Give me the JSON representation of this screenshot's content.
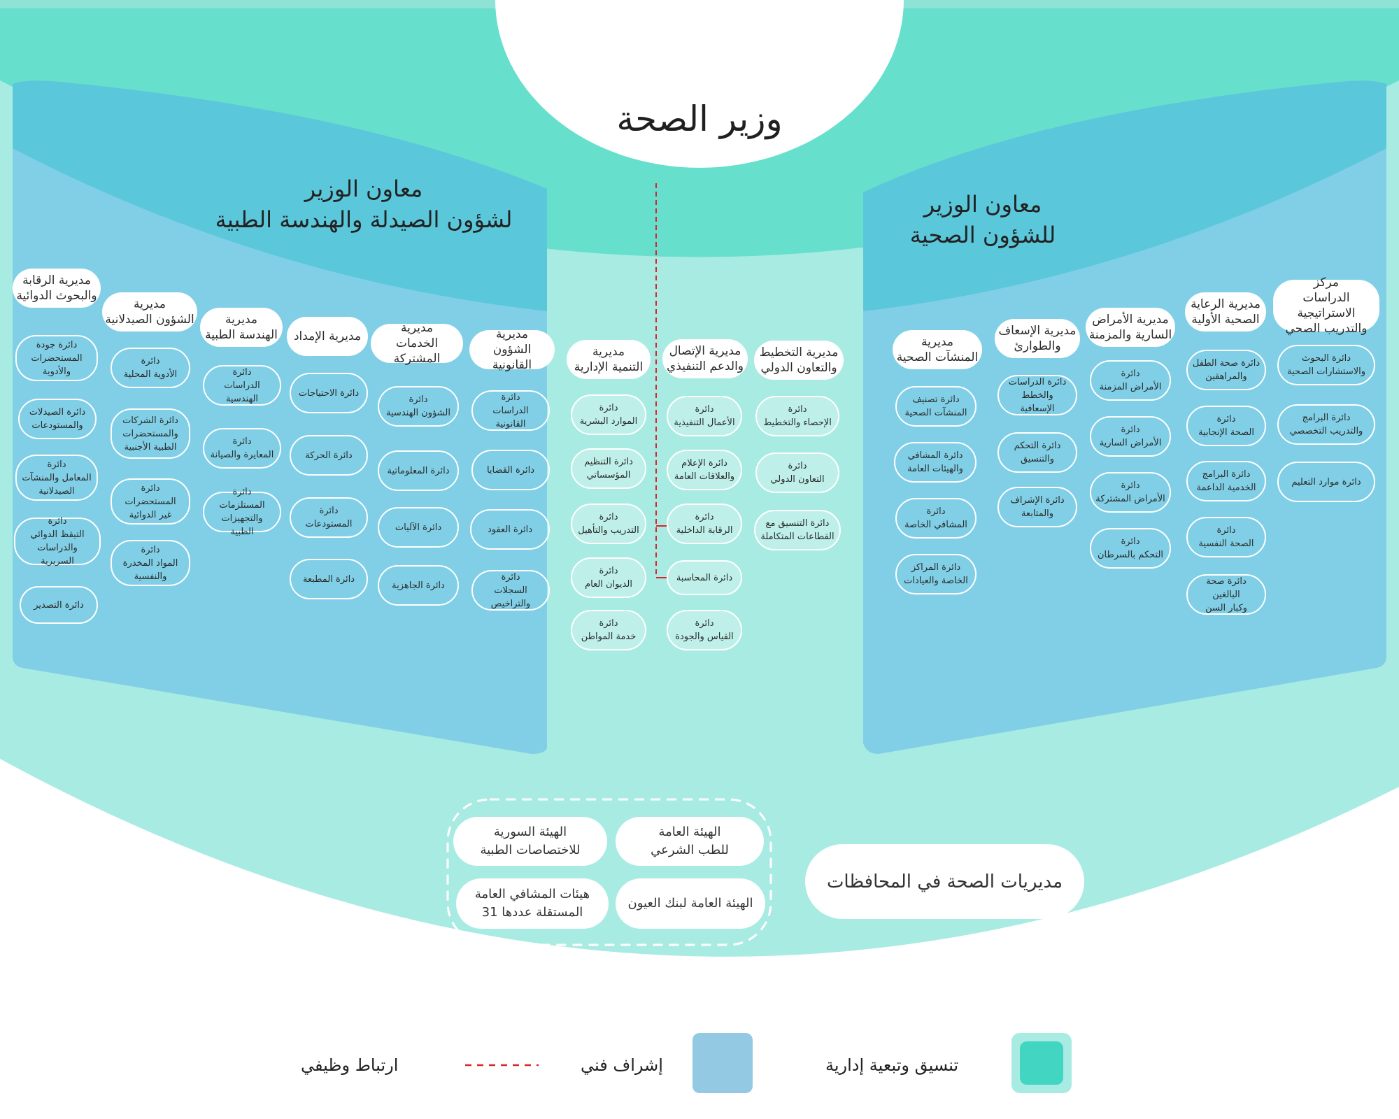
{
  "colors": {
    "coordination_fill": "#42d6c2",
    "coordination_light": "#a8ebe2",
    "coordination_top": "#66dfcc",
    "technical_fill": "#80cfe6",
    "technical_deep": "#4fc4d6",
    "functional_line": "#d9252b",
    "legend_technical": "#94c9e4"
  },
  "minister": {
    "title": "وزير الصحة"
  },
  "deputy_pharma": {
    "title": "معاون الوزير\nلشؤون الصيدلة والهندسة الطبية"
  },
  "deputy_health": {
    "title": "معاون الوزير\nللشؤون الصحية"
  },
  "directorates": [
    {
      "name": "مديرية الرقابة\nوالبحوث الدوائية",
      "departments": [
        "دائرة جودة\nالمستحضرات\nوالأدوية",
        "دائرة الصيدلات\nوالمستودعات",
        "دائرة\nالمعامل والمنشآت\nالصيدلانية",
        "دائرة\nالتيقظ الدوائي\nوالدراسات السريرية",
        "دائرة التصدير"
      ]
    },
    {
      "name": "مديرية\nالشؤون الصيدلانية",
      "departments": [
        "دائرة\nالأدوية المحلية",
        "دائرة  الشركات\nوالمستحضرات\nالطبية الأجنبية",
        "دائرة\nالمستحضرات\nغير الدوائية",
        "دائرة\nالمواد المخدرة\nوالنفسية"
      ]
    },
    {
      "name": "مديرية\nالهندسة الطبية",
      "departments": [
        "دائرة\nالدراسات الهندسية",
        "دائرة\nالمعايرة والصيانة",
        "دائرة المستلزمات\nوالتجهيزات الطبية"
      ]
    },
    {
      "name": "مديرية الإمداد",
      "departments": [
        "دائرة الاحتياجات",
        "دائرة الحركة",
        "دائرة المستودعات",
        "دائرة المطبعة"
      ]
    },
    {
      "name": "مديرية\nالخدمات المشتركة",
      "departments": [
        "دائرة\nالشؤون الهندسية",
        "دائرة المعلوماتية",
        "دائرة الآليات",
        "دائرة الجاهزية"
      ]
    },
    {
      "name": "مديرية\nالشؤون القانونية",
      "departments": [
        "دائرة\nالدراسات القانونية",
        "دائرة القضايا",
        "دائرة العقود",
        "دائرة\nالسجلات والتراخيص"
      ]
    },
    {
      "name": "مديرية\nالتنمية الإدارية",
      "departments": [
        "دائرة\nالموارد البشرية",
        "دائرة التنظيم\nالمؤسساتي",
        "دائرة\nالتدريب والتأهيل",
        "دائرة\nالديوان العام",
        "دائرة\nخدمة المواطن"
      ]
    },
    {
      "name": "مديرية الإتصال\nوالدعم التنفيذي",
      "departments": [
        "دائرة\nالأعمال التنفيذية",
        "دائرة الإعلام\nوالعلاقات العامة",
        "دائرة\nالرقابة الداخلية",
        "دائرة المحاسبة",
        "دائرة\nالقياس والجودة"
      ]
    },
    {
      "name": "مديرية التخطيط\nوالتعاون الدولي",
      "departments": [
        "دائرة\nالإحصاء والتخطيط",
        "دائرة\nالتعاون الدولي",
        "دائرة التنسيق مع\nالقطاعات المتكاملة"
      ]
    },
    {
      "name": "مديرية\nالمنشآت الصحية",
      "departments": [
        "دائرة تصنيف\nالمنشآت الصحية",
        "دائرة المشافي\nوالهيئات العامة",
        "دائرة\nالمشافي الخاصة",
        "دائرة المراكز\nالخاصة والعيادات"
      ]
    },
    {
      "name": "مديرية الإسعاف\nوالطوارئ",
      "departments": [
        "دائرة الدراسات\nوالخطط الإسعافية",
        "دائرة التحكم\nوالتنسيق",
        "دائرة الإشراف\nوالمتابعة"
      ]
    },
    {
      "name": "مديرية الأمراض\nالسارية والمزمنة",
      "departments": [
        "دائرة\nالأمراض المزمنة",
        "دائرة\nالأمراض السارية",
        "دائرة\nالأمراض المشتركة",
        "دائرة\nالتحكم بالسرطان"
      ]
    },
    {
      "name": "مديرية الرعاية\nالصحية الأولية",
      "departments": [
        "دائرة صحة الطفل\nوالمراهقين",
        "دائرة\nالصحة الإنجابية",
        "دائرة البرامج\nالخدمية الداعمة",
        "دائرة\nالصحة النفسية",
        "دائرة صحة البالغين\nوكبار السن"
      ]
    },
    {
      "name": "مركز\nالدراسات الاستراتيجية\nوالتدريب الصحي",
      "departments": [
        "دائرة البحوث\nوالاستشارات الصحية",
        "دائرة البرامج\nوالتدريب التخصصي",
        "دائرة موارد التعليم"
      ]
    }
  ],
  "entities": {
    "syrian_board": "الهيئة السورية\nللاختصاصات الطبية",
    "forensic": "الهيئة العامة\nللطب الشرعي",
    "hospitals": "هيئات المشافي العامة\nالمستقلة عددها 31",
    "eye_bank": "الهيئة العامة لبنك العيون",
    "governorates": "مديريات الصحة في المحافظات"
  },
  "legend": {
    "coordination": "تنسيق وتبعية إدارية",
    "technical": "إشراف فني",
    "functional": "ارتباط وظيفي"
  }
}
